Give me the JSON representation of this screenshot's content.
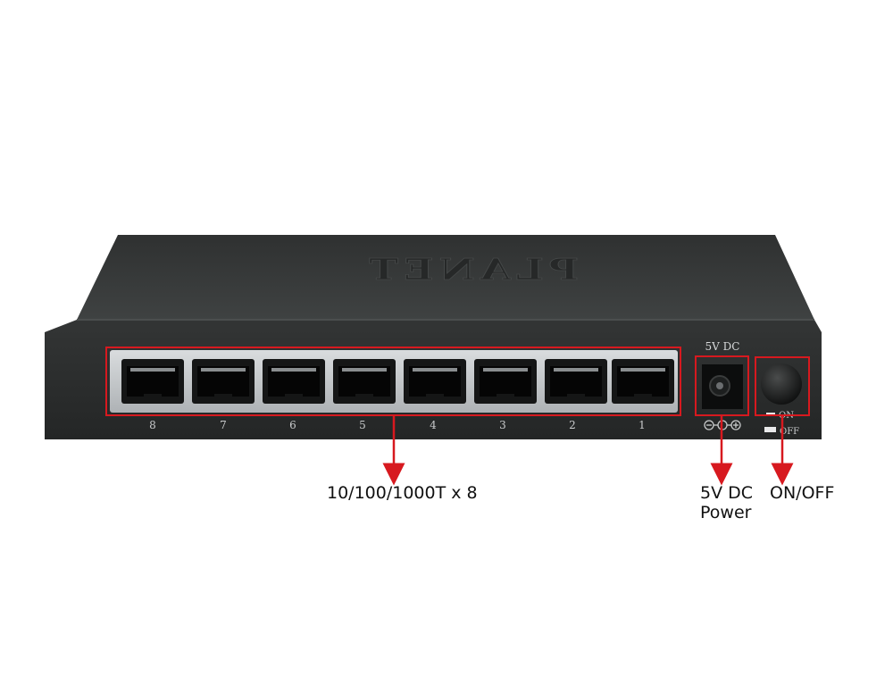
{
  "device": {
    "brand_text": "PLANET",
    "power_jack_label": "5V DC",
    "port_numbers": [
      "8",
      "7",
      "6",
      "5",
      "4",
      "3",
      "2",
      "1"
    ],
    "switch_on_label": "ON",
    "switch_off_label": "OFF"
  },
  "callouts": {
    "ports_label": "10/100/1000T x 8",
    "power_label_line1": "5V DC",
    "power_label_line2": "Power",
    "onoff_label": "ON/OFF"
  },
  "colors": {
    "callout_red": "#d7191f",
    "chassis_front": "#2b2d2d",
    "chassis_top": "#3a3c3c",
    "port_silver": "#c9cdd0"
  }
}
